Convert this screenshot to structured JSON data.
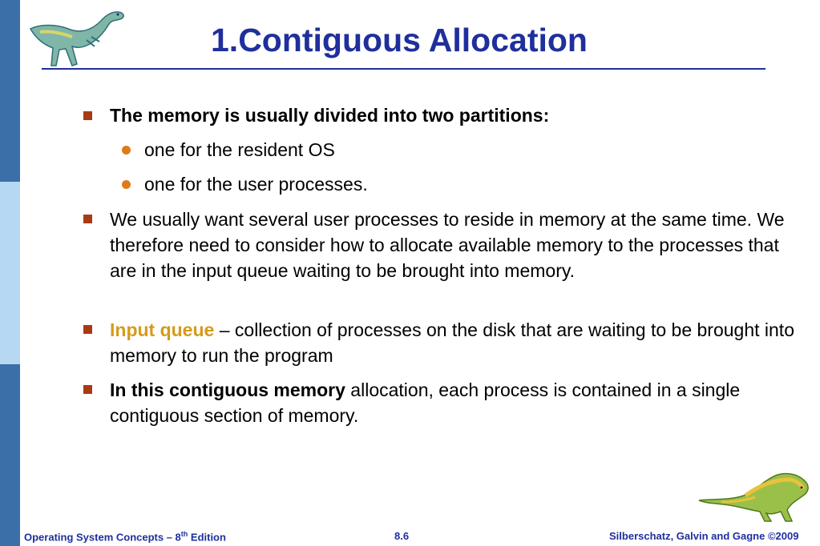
{
  "slide": {
    "title": "1.Contiguous Allocation",
    "colors": {
      "title": "#1f2f9c",
      "bullet_square": "#a83a15",
      "bullet_dot": "#e07a18",
      "highlight": "#d69a1b",
      "sidebar_dark": "#3a6fa8",
      "sidebar_light": "#b7d8f2"
    },
    "bullets": [
      {
        "bold": "The memory is usually divided into two partitions:"
      },
      {
        "text": "one for the resident OS"
      },
      {
        "text": "one for the user processes."
      },
      {
        "text": "We usually want several user processes to reside in memory at the same time. We therefore need to consider how to allocate available memory to the processes that are in the input queue waiting to be brought into memory."
      },
      {
        "highlight": "Input queue",
        "rest": " – collection of processes on the disk that are waiting to be brought into memory to run the program"
      },
      {
        "bold": "In this contiguous memory",
        "rest": " allocation, each process is contained in a single contiguous section of memory."
      }
    ]
  },
  "footer": {
    "left_prefix": "Operating System Concepts – 8",
    "left_sup": "th",
    "left_suffix": " Edition",
    "center": "8.6",
    "right": "Silberschatz, Galvin and Gagne ©2009"
  },
  "icons": {
    "top_logo": "dinosaur-icon",
    "bottom_logo": "dinosaur-icon"
  }
}
